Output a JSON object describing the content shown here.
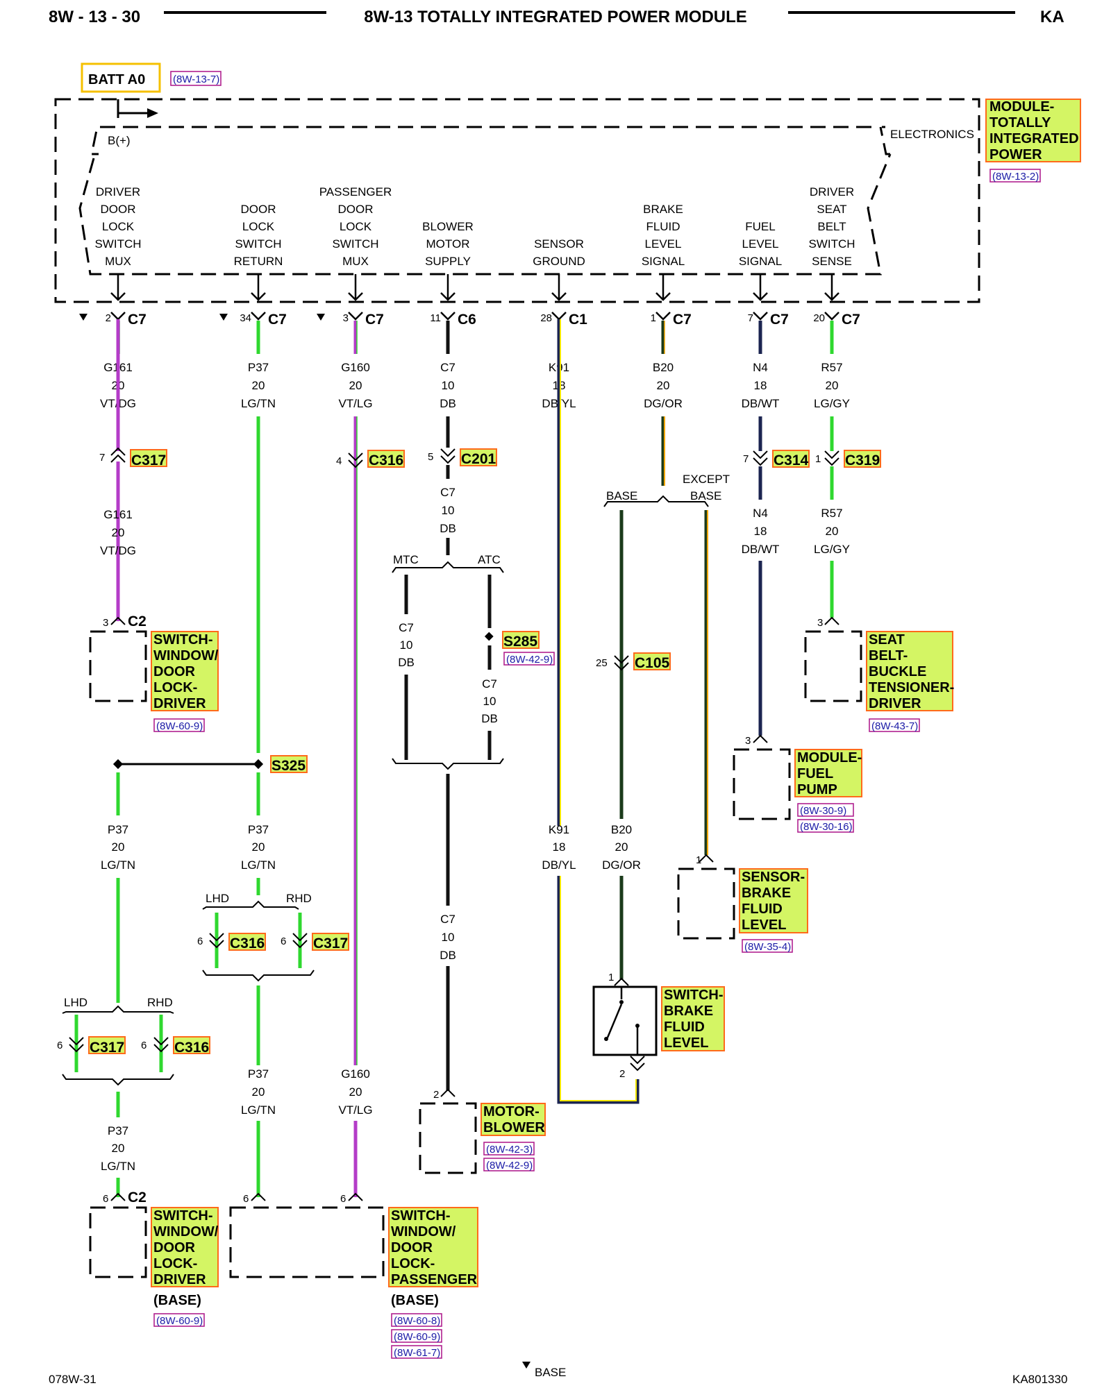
{
  "header": {
    "left": "8W - 13 - 30",
    "title": "8W-13 TOTALLY INTEGRATED POWER MODULE",
    "right": "KA"
  },
  "footer": {
    "left": "078W-31",
    "right": "KA801330",
    "legend": "BASE"
  },
  "batt": {
    "label": "BATT A0",
    "ref": "(8W-13-7)"
  },
  "module": {
    "label_lines": [
      "MODULE-",
      "TOTALLY",
      "INTEGRATED",
      "POWER"
    ],
    "ref": "(8W-13-2)",
    "electronics": "ELECTRONICS",
    "bplus": "B(+)"
  },
  "circuits": [
    {
      "label_lines": [
        "DRIVER",
        "DOOR",
        "LOCK",
        "SWITCH",
        "MUX"
      ],
      "pin": "2",
      "conn": "C7",
      "wire": [
        "G161",
        "20",
        "VT/DG"
      ],
      "color": "#b43cc8",
      "tracer": "#1aa81a"
    },
    {
      "label_lines": [
        "DOOR",
        "LOCK",
        "SWITCH",
        "RETURN"
      ],
      "pin": "34",
      "conn": "C7",
      "wire": [
        "P37",
        "20",
        "LG/TN"
      ],
      "color": "#2fd82f",
      "tracer": ""
    },
    {
      "label_lines": [
        "PASSENGER",
        "DOOR",
        "LOCK",
        "SWITCH",
        "MUX"
      ],
      "pin": "3",
      "conn": "C7",
      "wire": [
        "G160",
        "20",
        "VT/LG"
      ],
      "color": "#b43cc8",
      "tracer": "#2fd82f"
    },
    {
      "label_lines": [
        "BLOWER",
        "MOTOR",
        "SUPPLY"
      ],
      "pin": "11",
      "conn": "C6",
      "wire": [
        "C7",
        "10",
        "DB"
      ],
      "color": "#111111",
      "tracer": ""
    },
    {
      "label_lines": [
        "SENSOR",
        "GROUND"
      ],
      "pin": "28",
      "conn": "C1",
      "wire": [
        "K91",
        "18",
        "DB/YL"
      ],
      "color": "#1b2450",
      "tracer": "#f2e600"
    },
    {
      "label_lines": [
        "BRAKE",
        "FLUID",
        "LEVEL",
        "SIGNAL"
      ],
      "pin": "1",
      "conn": "C7",
      "wire": [
        "B20",
        "20",
        "DG/OR"
      ],
      "color": "#1b3b1b",
      "tracer": "#f0a500"
    },
    {
      "label_lines": [
        "FUEL",
        "LEVEL",
        "SIGNAL"
      ],
      "pin": "7",
      "conn": "C7",
      "wire": [
        "N4",
        "18",
        "DB/WT"
      ],
      "color": "#1b2450",
      "tracer": ""
    },
    {
      "label_lines": [
        "DRIVER",
        "SEAT",
        "BELT",
        "SWITCH",
        "SENSE"
      ],
      "pin": "20",
      "conn": "C7",
      "wire": [
        "R57",
        "20",
        "LG/GY"
      ],
      "color": "#2fd82f",
      "tracer": ""
    }
  ],
  "inline_connectors": {
    "c317_a": {
      "pin": "7",
      "conn": "C317"
    },
    "c316_a": {
      "pin": "4",
      "conn": "C316"
    },
    "c201": {
      "pin": "5",
      "conn": "C201"
    },
    "c314": {
      "pin": "7",
      "conn": "C314"
    },
    "c319": {
      "pin": "1",
      "conn": "C319"
    },
    "c105": {
      "pin": "25",
      "conn": "C105"
    },
    "c316_b": {
      "pin": "6",
      "conn": "C316"
    },
    "c317_b": {
      "pin": "6",
      "conn": "C317"
    },
    "c317_c": {
      "pin": "6",
      "conn": "C317"
    },
    "c316_c": {
      "pin": "6",
      "conn": "C316"
    }
  },
  "splices": {
    "s325": "S325",
    "s285": {
      "label": "S285",
      "ref": "(8W-42-9)"
    }
  },
  "branches": {
    "mtc": "MTC",
    "atc": "ATC",
    "base": "BASE",
    "except_base": [
      "EXCEPT",
      "BASE"
    ],
    "lhd": "LHD",
    "rhd": "RHD"
  },
  "wire_labels": {
    "g161_lower": [
      "G161",
      "20",
      "VT/DG"
    ],
    "c7_mid": [
      "C7",
      "10",
      "DB"
    ],
    "c7_mtc": [
      "C7",
      "10",
      "DB"
    ],
    "c7_atc": [
      "C7",
      "10",
      "DB"
    ],
    "c7_lower": [
      "C7",
      "10",
      "DB"
    ],
    "n4_lower": [
      "N4",
      "18",
      "DB/WT"
    ],
    "r57_lower": [
      "R57",
      "20",
      "LG/GY"
    ],
    "p37_a": [
      "P37",
      "20",
      "LG/TN"
    ],
    "p37_b": [
      "P37",
      "20",
      "LG/TN"
    ],
    "p37_c": [
      "P37",
      "20",
      "LG/TN"
    ],
    "p37_d": [
      "P37",
      "20",
      "LG/TN"
    ],
    "k91_lower": [
      "K91",
      "18",
      "DB/YL"
    ],
    "b20_lower": [
      "B20",
      "20",
      "DG/OR"
    ],
    "g160_lower": [
      "G160",
      "20",
      "VT/LG"
    ]
  },
  "components": {
    "switch_window_driver": {
      "label_lines": [
        "SWITCH-",
        "WINDOW/",
        "DOOR",
        "LOCK-",
        "DRIVER"
      ],
      "pin": "3",
      "conn": "C2",
      "refs": [
        "(8W-60-9)"
      ]
    },
    "seat_belt_tensioner": {
      "label_lines": [
        "SEAT",
        "BELT-",
        "BUCKLE",
        "TENSIONER-",
        "DRIVER"
      ],
      "pin": "3",
      "refs": [
        "(8W-43-7)"
      ]
    },
    "fuel_pump": {
      "label_lines": [
        "MODULE-",
        "FUEL",
        "PUMP"
      ],
      "pin": "3",
      "refs": [
        "(8W-30-9)",
        "(8W-30-16)"
      ]
    },
    "sensor_brake_fluid": {
      "label_lines": [
        "SENSOR-",
        "BRAKE",
        "FLUID",
        "LEVEL"
      ],
      "pin": "1",
      "refs": [
        "(8W-35-4)"
      ]
    },
    "switch_brake_fluid": {
      "label_lines": [
        "SWITCH-",
        "BRAKE",
        "FLUID",
        "LEVEL"
      ],
      "pin_top": "1",
      "pin_bottom": "2"
    },
    "motor_blower": {
      "label_lines": [
        "MOTOR-",
        "BLOWER"
      ],
      "pin": "2",
      "refs": [
        "(8W-42-3)",
        "(8W-42-9)"
      ]
    },
    "switch_window_driver_base": {
      "label_lines": [
        "SWITCH-",
        "WINDOW/",
        "DOOR",
        "LOCK-",
        "DRIVER"
      ],
      "pin": "6",
      "conn": "C2",
      "variant": "(BASE)",
      "refs": [
        "(8W-60-9)"
      ]
    },
    "switch_window_passenger_base": {
      "label_lines": [
        "SWITCH-",
        "WINDOW/",
        "DOOR",
        "LOCK-",
        "PASSENGER"
      ],
      "pin_a": "6",
      "pin_b": "6",
      "variant": "(BASE)",
      "refs": [
        "(8W-60-8)",
        "(8W-60-9)",
        "(8W-61-7)"
      ]
    }
  }
}
